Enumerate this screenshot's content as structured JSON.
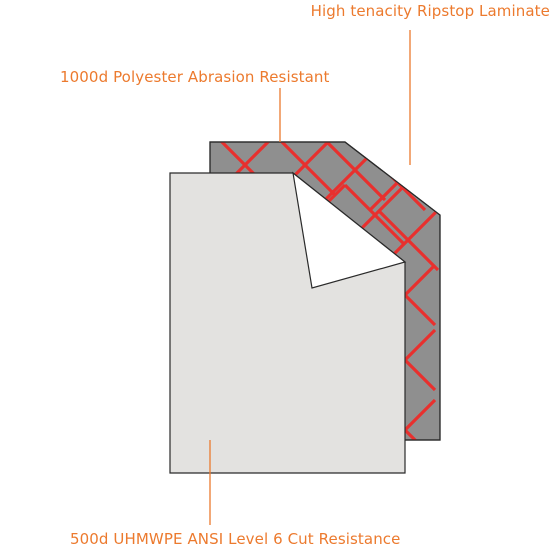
{
  "labels": {
    "ripstop": "High tenacity Ripstop Laminate",
    "polyester": "1000d Polyester Abrasion Resistant",
    "uhmwpe": "500d UHMWPE ANSI Level 6 Cut Resistance"
  },
  "colors": {
    "label_text": "#ec7a2e",
    "leader_line": "#ec7a2e",
    "ripstop_cross": "#e8302e",
    "polyester_layer": "#8f8f8f",
    "uhmwpe_layer": "#e3e2e0",
    "folded_corner": "#ffffff",
    "outline": "#2a2a2a"
  }
}
